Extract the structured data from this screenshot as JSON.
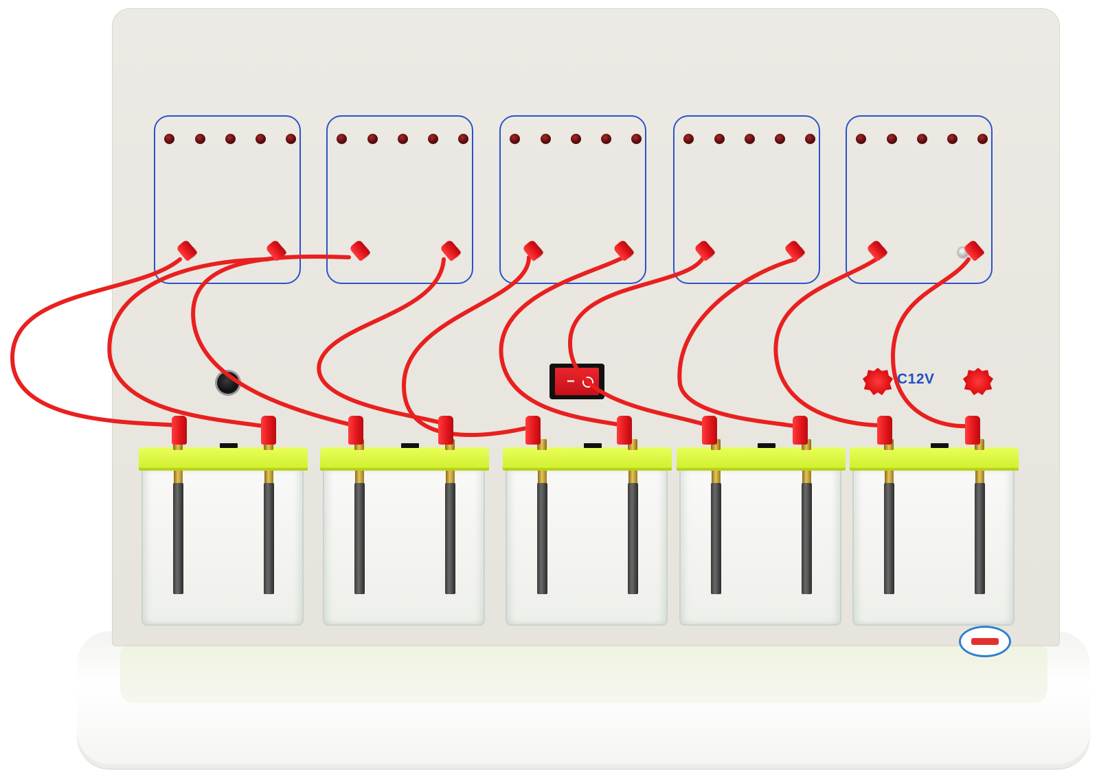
{
  "scene": {
    "description_label": "",
    "panels": [
      "panel-1",
      "panel-2",
      "panel-3",
      "panel-4",
      "panel-5"
    ],
    "leds_per_panel": 5,
    "cells": [
      "cell-1",
      "cell-2",
      "cell-3",
      "cell-4",
      "cell-5"
    ],
    "power_label": "C12V",
    "colors": {
      "board": "#e9e7e0",
      "panel_border": "#2c52c9",
      "wire": "#e8201f",
      "lid": "#d8f236",
      "label": "#1f4fc4"
    },
    "icons": {
      "switch": "rocker-switch-icon",
      "lamp": "indicator-lamp-icon",
      "post": "binding-post-icon",
      "seal": "brand-seal-icon"
    }
  }
}
